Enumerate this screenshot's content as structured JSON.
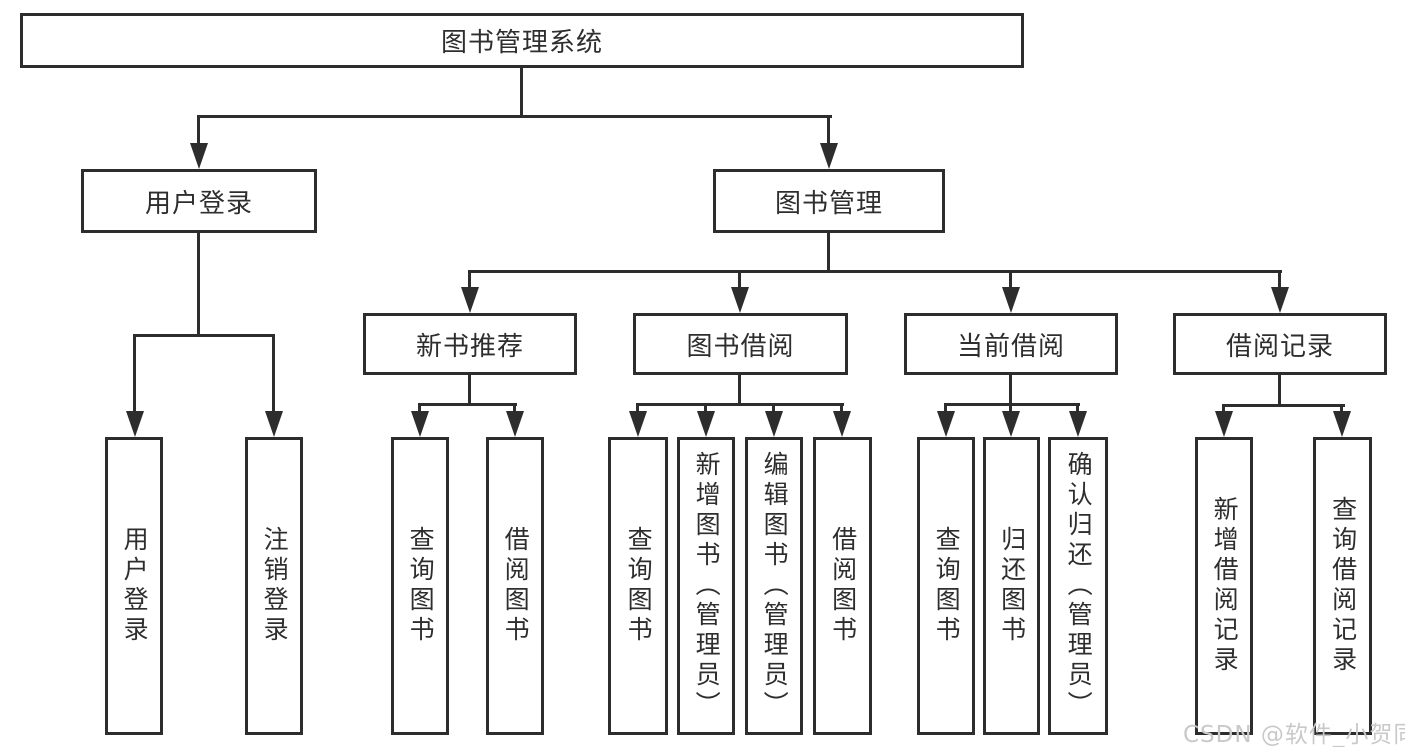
{
  "tree": {
    "label": "图书管理系统",
    "children": [
      {
        "label": "用户登录",
        "children": [
          {
            "label": "用户登录"
          },
          {
            "label": "注销登录"
          }
        ]
      },
      {
        "label": "图书管理",
        "children": [
          {
            "label": "新书推荐",
            "children": [
              {
                "label": "查询图书"
              },
              {
                "label": "借阅图书"
              }
            ]
          },
          {
            "label": "图书借阅",
            "children": [
              {
                "label": "查询图书"
              },
              {
                "label": "新增图书（管理员）"
              },
              {
                "label": "编辑图书（管理员）"
              },
              {
                "label": "借阅图书"
              }
            ]
          },
          {
            "label": "当前借阅",
            "children": [
              {
                "label": "查询图书"
              },
              {
                "label": "归还图书"
              },
              {
                "label": "确认归还（管理员）"
              }
            ]
          },
          {
            "label": "借阅记录",
            "children": [
              {
                "label": "新增借阅记录"
              },
              {
                "label": "查询借阅记录"
              }
            ]
          }
        ]
      }
    ]
  },
  "watermark": {
    "text": "CSDN @软件_小贺同学"
  },
  "colors": {
    "line": "#2d2d2d",
    "box_background": "#ffffff",
    "text": "#2e2e2e",
    "watermark": "#c9c9c9"
  }
}
